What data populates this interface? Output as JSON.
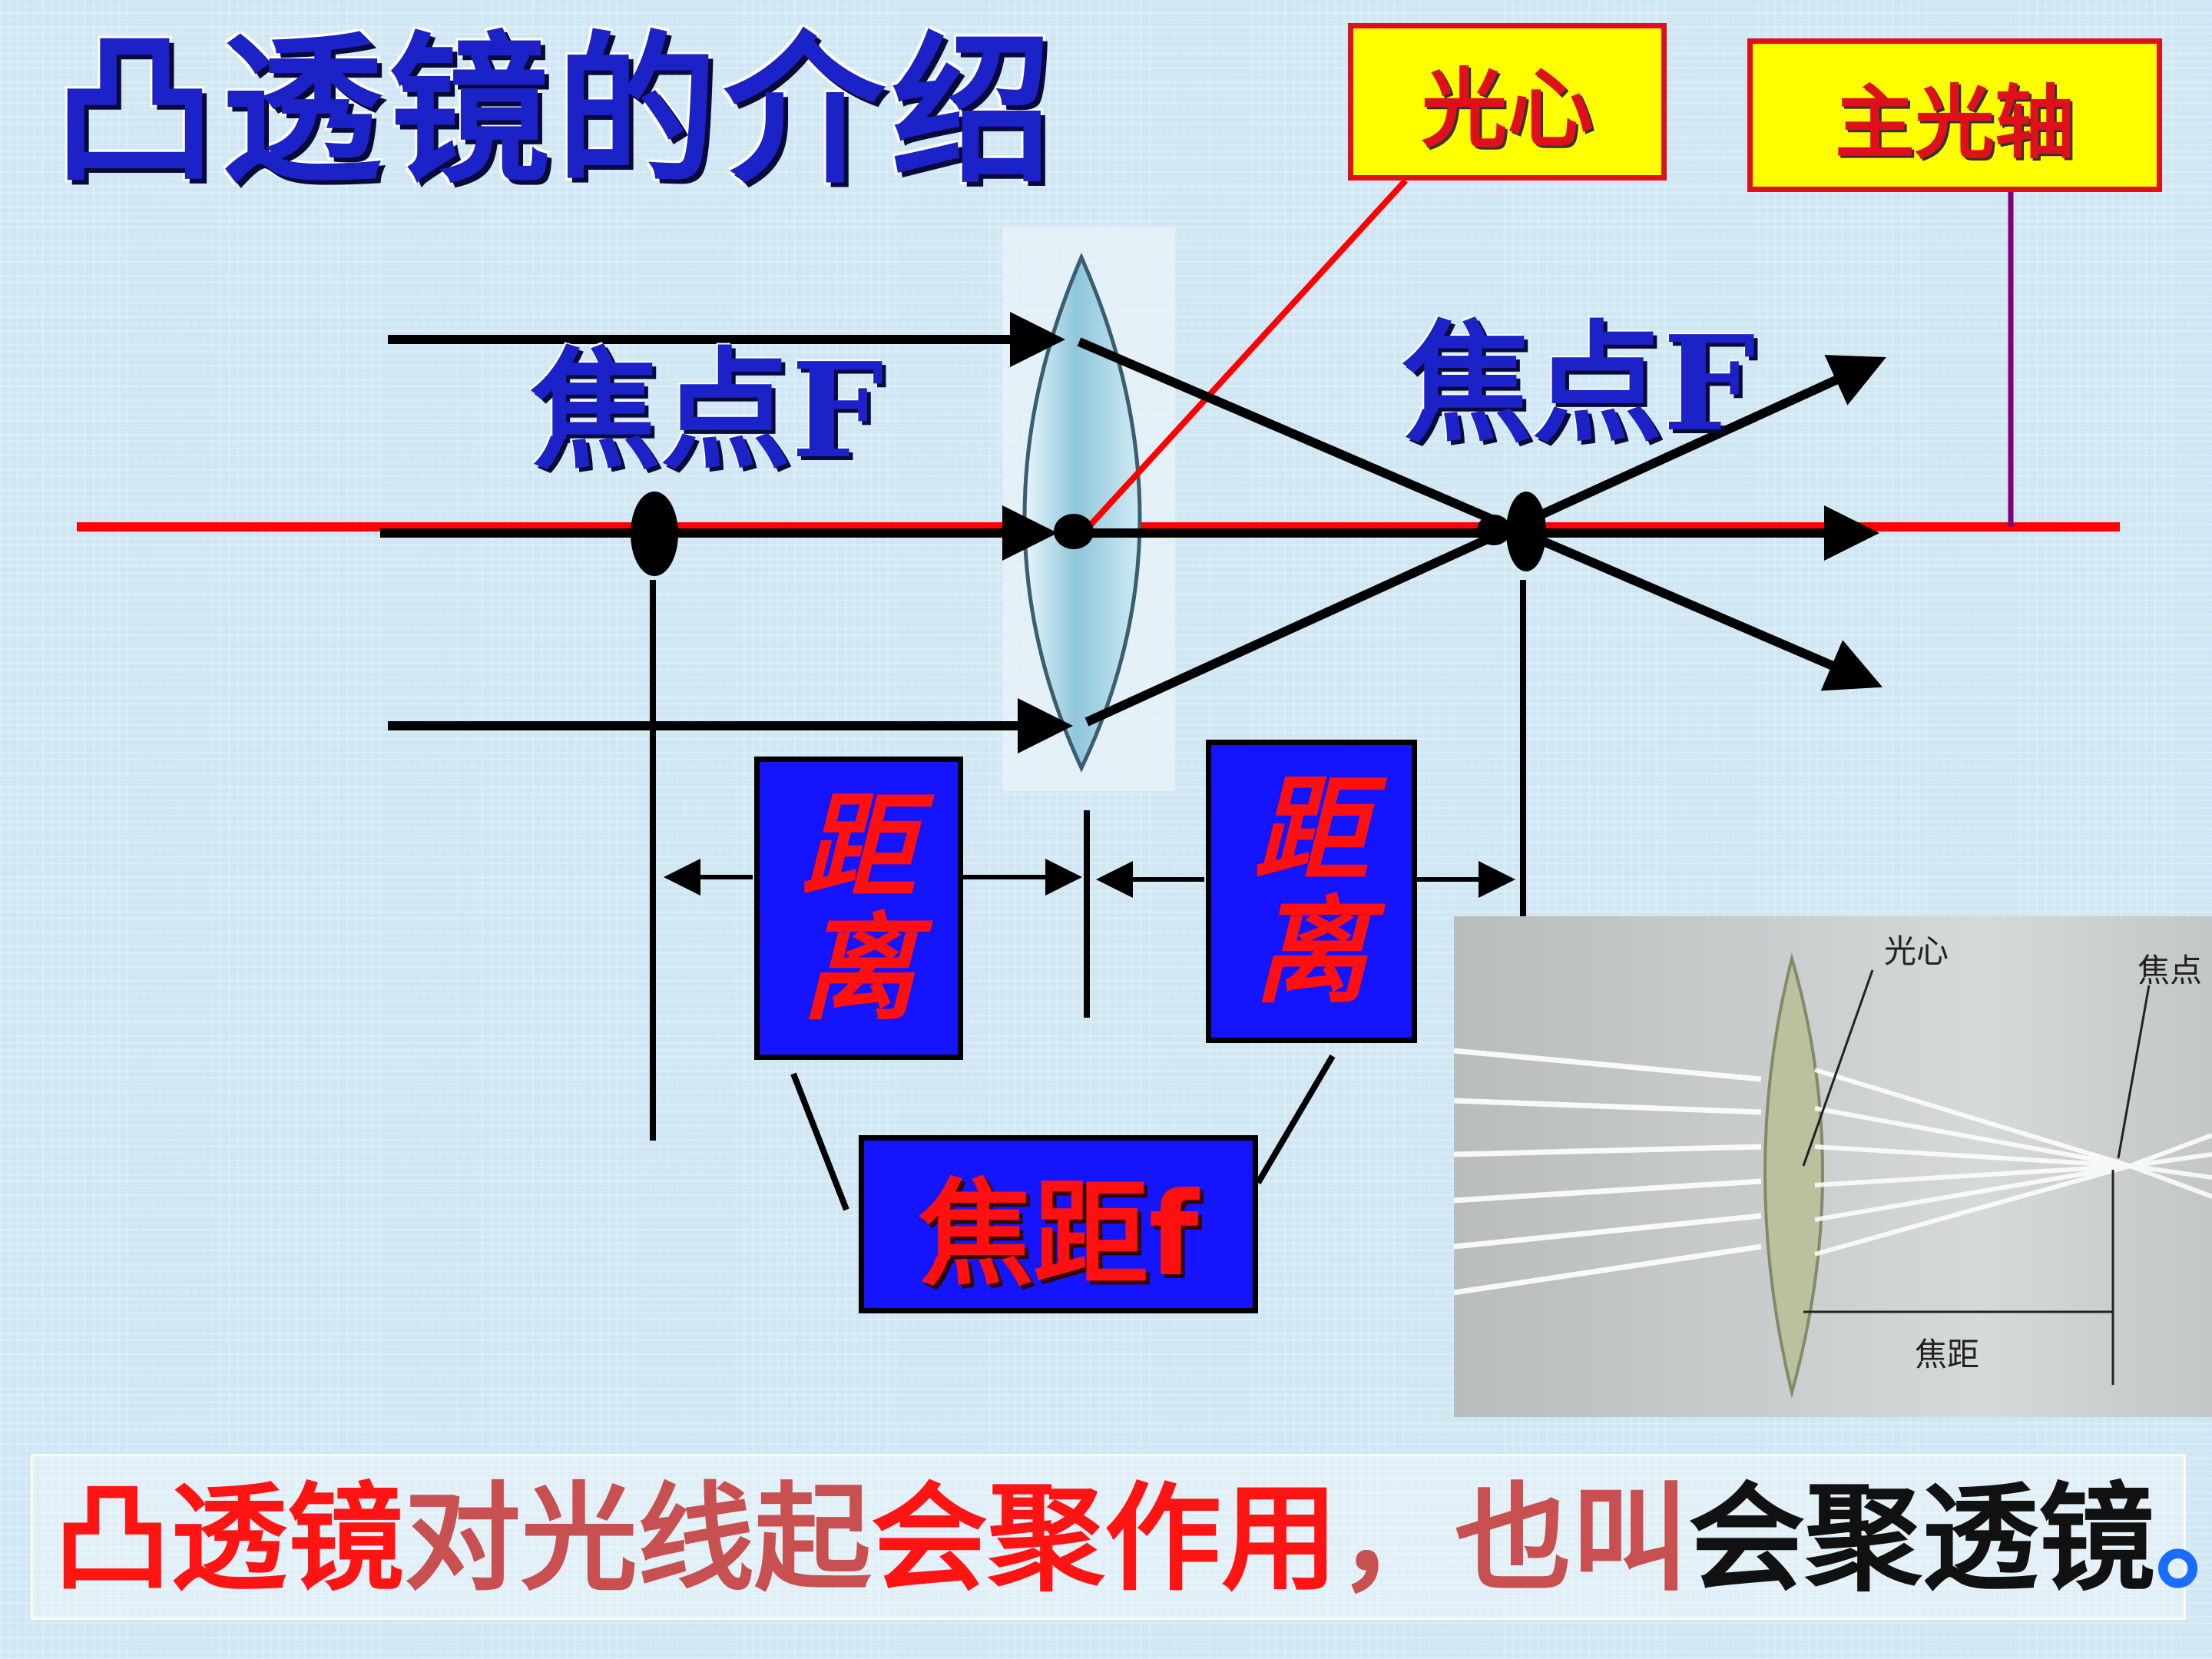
{
  "title": "凸透镜的介绍",
  "labels": {
    "optical_center": "光心",
    "principal_axis": "主光轴",
    "focus_left": "焦点F",
    "focus_right": "焦点F",
    "distance_left_1": "距",
    "distance_left_2": "离",
    "distance_right_1": "距",
    "distance_right_2": "离",
    "focal_length": "焦距f"
  },
  "photo": {
    "optical_center": "光心",
    "focus": "焦点",
    "focal_length": "焦距"
  },
  "caption": {
    "part1": "凸透镜",
    "part2": "对光线起",
    "part3": "会聚作用",
    "part4": "，也叫",
    "part5": "会聚透镜",
    "part6": "。"
  },
  "colors": {
    "title_blue": "#1b22c8",
    "axis_red": "#ff0000",
    "label_yellow": "#ffff00",
    "box_blue": "#1414ff",
    "ray_black": "#000000"
  }
}
